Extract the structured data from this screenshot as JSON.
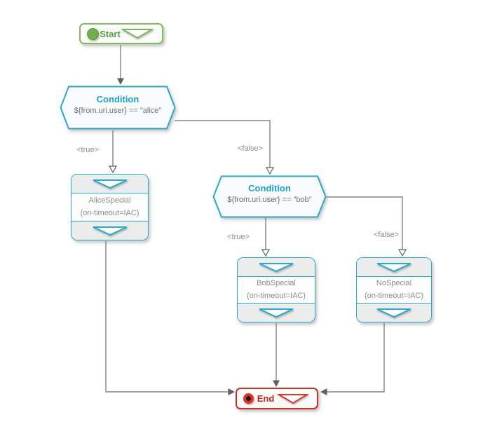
{
  "nodes": {
    "start": {
      "label": "Start"
    },
    "condition_alice": {
      "title": "Condition",
      "expression": "${from.uri.user} == \"alice\""
    },
    "task_alice": {
      "name": "AliceSpecial",
      "params": "(on-timeout=IAC)"
    },
    "condition_bob": {
      "title": "Condition",
      "expression": "${from.uri.user} == \"bob\""
    },
    "task_bob": {
      "name": "BobSpecial",
      "params": "(on-timeout=IAC)"
    },
    "task_nospecial": {
      "name": "NoSpecial",
      "params": "(on-timeout=IAC)"
    },
    "end": {
      "label": "End"
    }
  },
  "edges": {
    "alice_true_label": "<true>",
    "alice_false_label": "<false>",
    "bob_true_label": "<true>",
    "bob_false_label": "<false>"
  },
  "colors": {
    "teal": "#2ba9ca",
    "green_border": "#83ba62",
    "green_text": "#55a041",
    "red_border": "#cb2e26",
    "red_text": "#c8201a",
    "line_gray": "#6e6e6e",
    "label_gray": "#8a8a8a",
    "band_gray": "#ececec"
  }
}
